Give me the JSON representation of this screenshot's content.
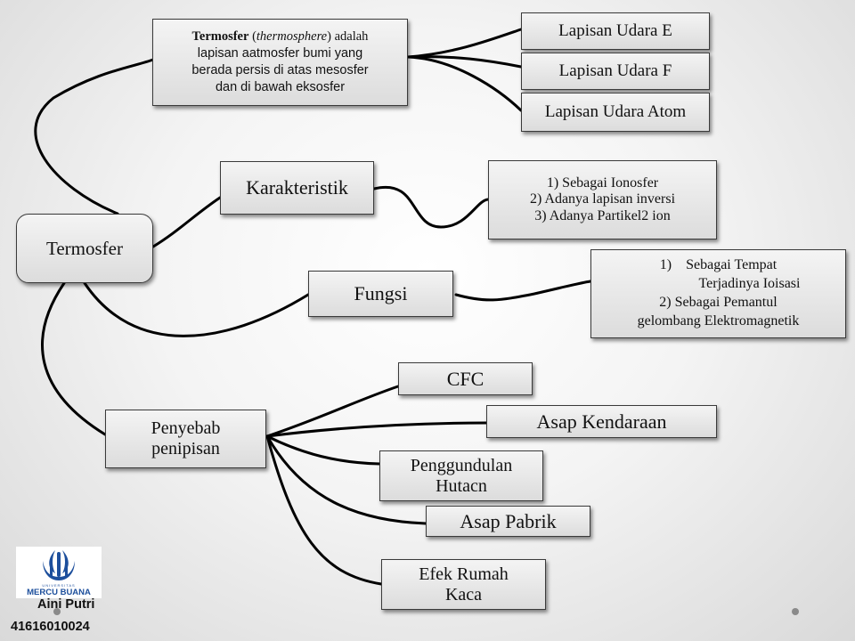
{
  "root": {
    "label": "Termosfer"
  },
  "definition": {
    "bold": "Termosfer",
    "italic": "thermosphere",
    "line1_rest": " adalah",
    "line2": "lapisan aatmosfer bumi  yang",
    "line3": "berada persis di atas mesosfer",
    "line4": "dan di bawah eksosfer"
  },
  "layers": [
    {
      "label": "Lapisan Udara E"
    },
    {
      "label": "Lapisan Udara F"
    },
    {
      "label": "Lapisan Udara Atom"
    }
  ],
  "karakteristik": {
    "label": "Karakteristik",
    "items": [
      "1) Sebagai Ionosfer",
      "2) Adanya lapisan inversi",
      "3) Adanya Partikel2 ion"
    ]
  },
  "fungsi": {
    "label": "Fungsi",
    "items": [
      "1)    Sebagai Tempat",
      "Terjadinya Ioisasi",
      "2) Sebagai Pemantul",
      "gelombang Elektromagnetik"
    ]
  },
  "penyebab": {
    "label": "Penyebab penipisan",
    "causes": [
      {
        "label": "CFC"
      },
      {
        "label": "Asap Kendaraan"
      },
      {
        "label": "Penggundulan Hutacn"
      },
      {
        "label": "Asap Pabrik"
      },
      {
        "label": "Efek Rumah Kaca"
      }
    ]
  },
  "author": {
    "name": "Aini Putri",
    "id": "41616010024"
  },
  "logo": {
    "text": "MERCU BUANA",
    "subtext": "UNIVERSITAS",
    "icon": "mercu-buana-logo-icon"
  },
  "colors": {
    "line": "#000000",
    "box_top": "#f4f4f4",
    "box_bottom": "#dcdcdc",
    "logo_blue": "#1d4f9c"
  }
}
